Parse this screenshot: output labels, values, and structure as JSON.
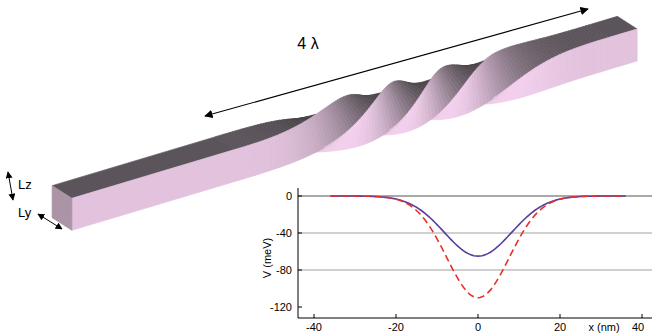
{
  "diagram": {
    "labels": [
      "4 λ",
      "Lz",
      "Ly",
      "0",
      "-40",
      "-80",
      "-120",
      "V (meV)",
      "-40",
      "-20",
      "0",
      "20",
      "40",
      "x (nm)"
    ]
  }
}
